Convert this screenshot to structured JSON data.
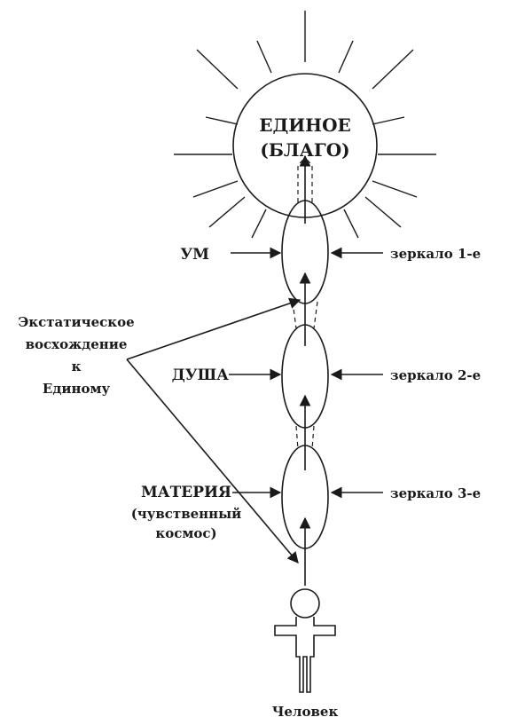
{
  "sun": {
    "line1": "ЕДИНОЕ",
    "line2": "(БЛАГО)"
  },
  "levels": [
    {
      "left_label": "УМ",
      "right_label": "зеркало 1-е"
    },
    {
      "left_label": "ДУША",
      "right_label": "зеркало 2-е"
    },
    {
      "left_label": "МАТЕРИЯ",
      "left_sub1": "(чувственный",
      "left_sub2": "космос)",
      "right_label": "зеркало 3-е"
    }
  ],
  "ascent": {
    "line1": "Экстатическое",
    "line2": "восхождение",
    "line3": "к",
    "line4": "Единому"
  },
  "person": {
    "label": "Человек"
  }
}
